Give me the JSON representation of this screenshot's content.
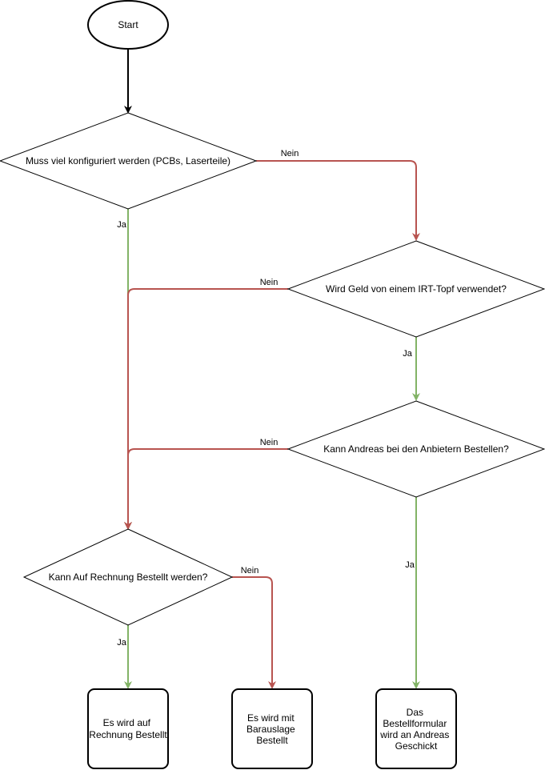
{
  "nodes": {
    "start": "Start",
    "d1": "Muss viel konfiguriert werden (PCBs, Laserteile)",
    "d2": "Wird Geld von einem IRT-Topf verwendet?",
    "d3": "Kann Andreas bei den Anbietern Bestellen?",
    "d4": "Kann Auf Rechnung Bestellt werden?",
    "box1": [
      "Es wird auf",
      "Rechnung Bestellt"
    ],
    "box2": [
      "Es wird mit",
      "Barauslage",
      "Bestellt"
    ],
    "box3": [
      "Das",
      "Bestellformular",
      "wird an Andreas",
      "Geschickt"
    ]
  },
  "edges": {
    "d1_no": "Nein",
    "d1_yes": "Ja",
    "d2_no": "Nein",
    "d2_yes": "Ja",
    "d3_no": "Nein",
    "d3_yes": "Ja",
    "d4_no": "Nein",
    "d4_yes": "Ja"
  },
  "colors": {
    "yes": "#82b366",
    "no": "#b85450",
    "neutral": "#000000"
  }
}
